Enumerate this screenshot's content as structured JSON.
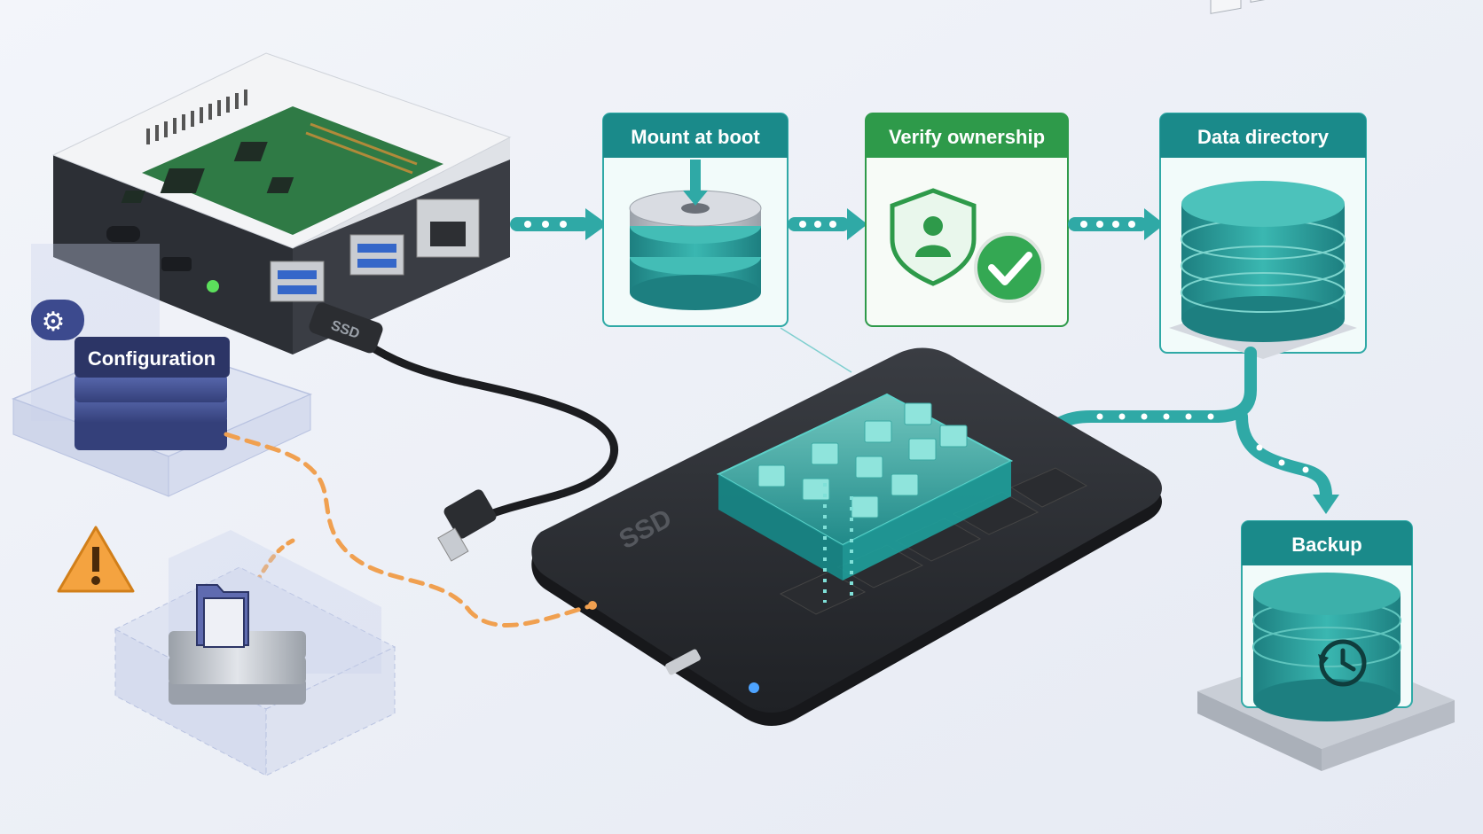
{
  "steps": {
    "mount": "Mount at boot",
    "verify": "Verify ownership",
    "data": "Data directory",
    "backup": "Backup"
  },
  "config_label": "Configuration",
  "ssd_label": "SSD",
  "cable_label": "SSD",
  "colors": {
    "teal": "#1a8a8a",
    "green": "#2e9a4a",
    "navy": "#2c3566",
    "orange": "#f0a050",
    "warning": "#f4a340"
  },
  "icons": [
    "gear-icon",
    "warning-icon",
    "shield-user-icon",
    "check-icon",
    "history-icon",
    "folder-icon",
    "database-icon"
  ]
}
